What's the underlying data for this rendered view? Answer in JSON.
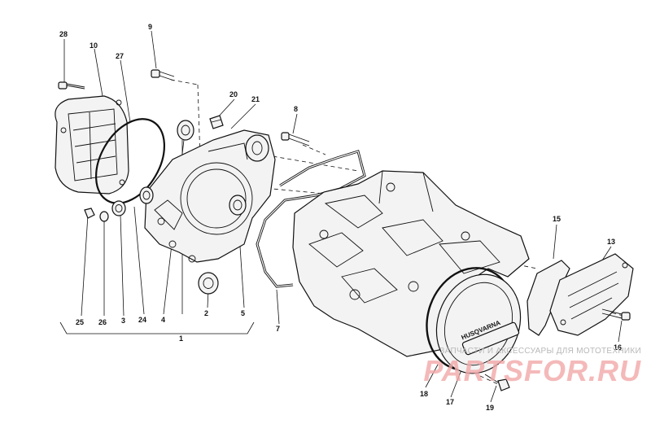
{
  "callouts": [
    {
      "id": "28",
      "text": "28"
    },
    {
      "id": "10",
      "text": "10"
    },
    {
      "id": "27",
      "text": "27"
    },
    {
      "id": "9",
      "text": "9"
    },
    {
      "id": "20",
      "text": "20"
    },
    {
      "id": "21",
      "text": "21"
    },
    {
      "id": "8",
      "text": "8"
    },
    {
      "id": "15",
      "text": "15"
    },
    {
      "id": "13",
      "text": "13"
    },
    {
      "id": "25",
      "text": "25"
    },
    {
      "id": "26",
      "text": "26"
    },
    {
      "id": "3",
      "text": "3"
    },
    {
      "id": "24",
      "text": "24"
    },
    {
      "id": "4",
      "text": "4"
    },
    {
      "id": "2",
      "text": "2"
    },
    {
      "id": "5",
      "text": "5"
    },
    {
      "id": "1",
      "text": "1"
    },
    {
      "id": "7",
      "text": "7"
    },
    {
      "id": "16",
      "text": "16"
    },
    {
      "id": "18",
      "text": "18"
    },
    {
      "id": "17",
      "text": "17"
    },
    {
      "id": "19",
      "text": "19"
    }
  ],
  "cover_text": "HUSQVARNA",
  "watermark": {
    "subtitle": "ЗАПЧАСТИ И АКСЕССУАРЫ ДЛЯ МОТОТЕХНИКИ",
    "logo": "PARTSFOR.RU",
    "logo_color": "#f2a8a8"
  }
}
